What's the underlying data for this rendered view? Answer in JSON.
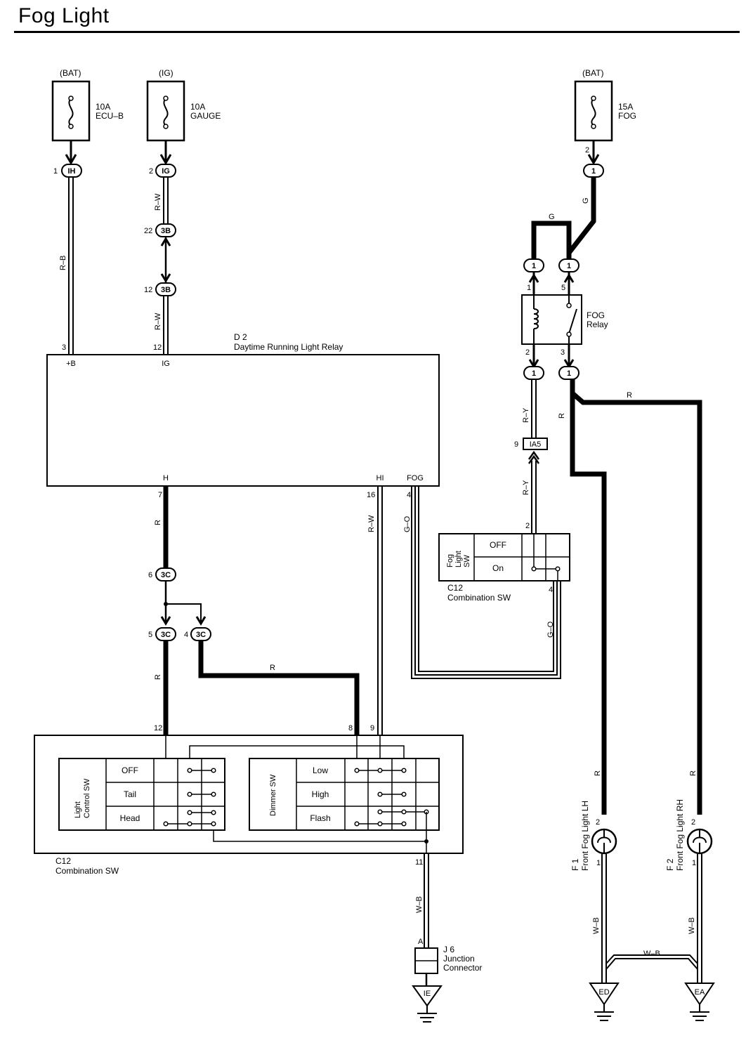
{
  "title": "Fog Light",
  "fuses": {
    "ecu_b": {
      "source": "(BAT)",
      "rating": "10A",
      "name": "ECU–B"
    },
    "gauge": {
      "source": "(IG)",
      "rating": "10A",
      "name": "GAUGE"
    },
    "fog": {
      "source": "(BAT)",
      "rating": "15A",
      "name": "FOG"
    }
  },
  "connectors": {
    "ih": "IH",
    "ig": "IG",
    "j3b": "3B",
    "j3c": "3C",
    "one": "1",
    "ia5": "IA5",
    "ie": "IE",
    "ed": "ED",
    "ea": "EA"
  },
  "pins": {
    "p1": "1",
    "p2": "2",
    "p3": "3",
    "p4": "4",
    "p5": "5",
    "p6": "6",
    "p7": "7",
    "p8": "8",
    "p9": "9",
    "p11": "11",
    "p12": "12",
    "p16": "16",
    "p22": "22",
    "pA": "A"
  },
  "wires": {
    "rb": "R–B",
    "rw": "R–W",
    "r": "R",
    "g": "G",
    "ry": "R–Y",
    "go": "G–O",
    "wb": "W–B"
  },
  "relay_d2": {
    "id": "D 2",
    "name": "Daytime Running Light Relay",
    "term_b": "+B",
    "term_ig": "IG",
    "term_h": "H",
    "term_hi": "HI",
    "term_fog": "FOG"
  },
  "fog_relay": {
    "name": "FOG",
    "name2": "Relay"
  },
  "fog_switch": {
    "label1": "Fog",
    "label2": "Light",
    "label3": "SW",
    "off": "OFF",
    "on": "On",
    "id": "C12",
    "name": "Combination SW"
  },
  "combo_switch": {
    "light_label1": "Light",
    "light_label2": "Control SW",
    "light_rows": [
      "OFF",
      "Tail",
      "Head"
    ],
    "dimmer_label": "Dimmer SW",
    "dimmer_rows": [
      "Low",
      "High",
      "Flash"
    ],
    "id": "C12",
    "name": "Combination SW"
  },
  "junction": {
    "id": "J 6",
    "name1": "Junction",
    "name2": "Connector"
  },
  "lamps": {
    "lh": {
      "id": "F 1",
      "name": "Front Fog Light LH"
    },
    "rh": {
      "id": "F 2",
      "name": "Front Fog Light RH"
    }
  }
}
